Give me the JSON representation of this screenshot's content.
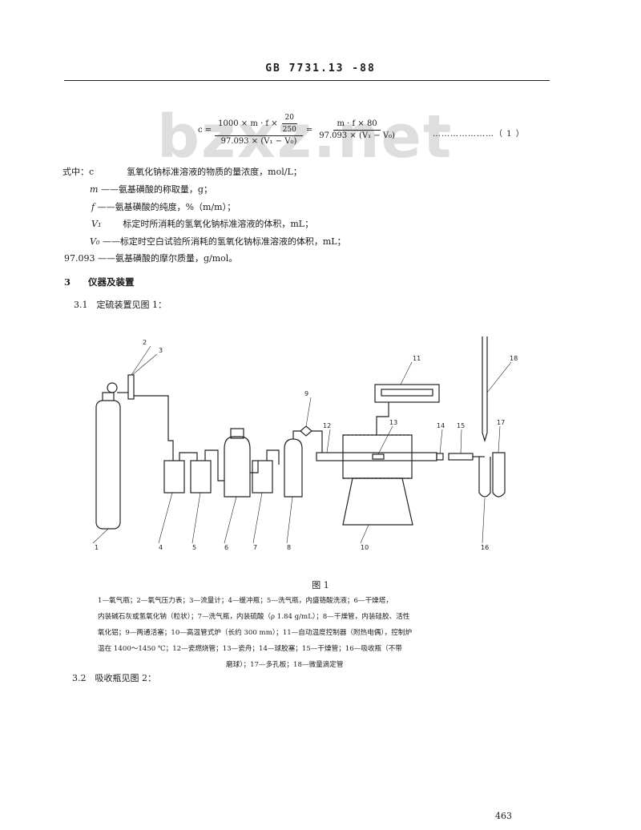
{
  "header": {
    "standard_code": "GB 7731.13 -88"
  },
  "watermark": "bzxz.net",
  "formula": {
    "lhs": "c =",
    "frac1_num_pre": "1000 × m · f ×",
    "frac1_inner_num": "20",
    "frac1_inner_den": "250",
    "frac1_den": "97.093 × (V₁ − V₀)",
    "equals": "=",
    "frac2_num": "m · f × 80",
    "frac2_den": "97.093 × (V₁ − V₀)",
    "eq_number": "…………………（ 1 ）"
  },
  "definitions": [
    {
      "symbol": "式中：c",
      "text": "氢氧化钠标准溶液的物质的量浓度，mol/L；"
    },
    {
      "symbol": "m",
      "text": "——氨基磺酸的称取量，g；"
    },
    {
      "symbol": "f",
      "text": "——氨基磺酸的纯度，%（m/m）；"
    },
    {
      "symbol": "V₁",
      "text": "标定时所消耗的氢氧化钠标准溶液的体积，mL；"
    },
    {
      "symbol": "V₀",
      "text": "——标定时空白试验所消耗的氢氧化钠标准溶液的体积，mL；"
    },
    {
      "symbol": "97.093",
      "text": "——氨基磺酸的摩尔质量，g/mol。"
    }
  ],
  "section3": {
    "number": "3",
    "title": "仪器及装置"
  },
  "item31": "3.1　定硫装置见图 1：",
  "figure": {
    "callouts": [
      "1",
      "2",
      "3",
      "4",
      "5",
      "6",
      "7",
      "8",
      "9",
      "10",
      "11",
      "12",
      "13",
      "14",
      "15",
      "16",
      "17",
      "18"
    ],
    "caption": "图 1",
    "legend_lines": [
      "1—氧气瓶；2—氧气压力表；3—流量计；4—缓冲瓶；5—洗气瓶，内盛铬酸洗液；6—干燥塔，",
      "内装碱石灰或氢氧化钠（粒状）；7—洗气瓶，内装硫酸（ρ 1.84 g/mL）；8—干燥管，内装硅胶、活性",
      "氧化铝；9—两通活塞；10—高温管式炉（长约 300 mm）；11—自动温度控制器（附热电偶），控制炉",
      "温在 1400～1450 ℃；12—瓷燃烧管；13—瓷舟；14—球胶塞；15—干燥管；16—吸收瓶（不带",
      "磨球）；17—多孔板；18—微量滴定管"
    ]
  },
  "item32": "3.2　吸收瓶见图 2：",
  "page_number": "463"
}
